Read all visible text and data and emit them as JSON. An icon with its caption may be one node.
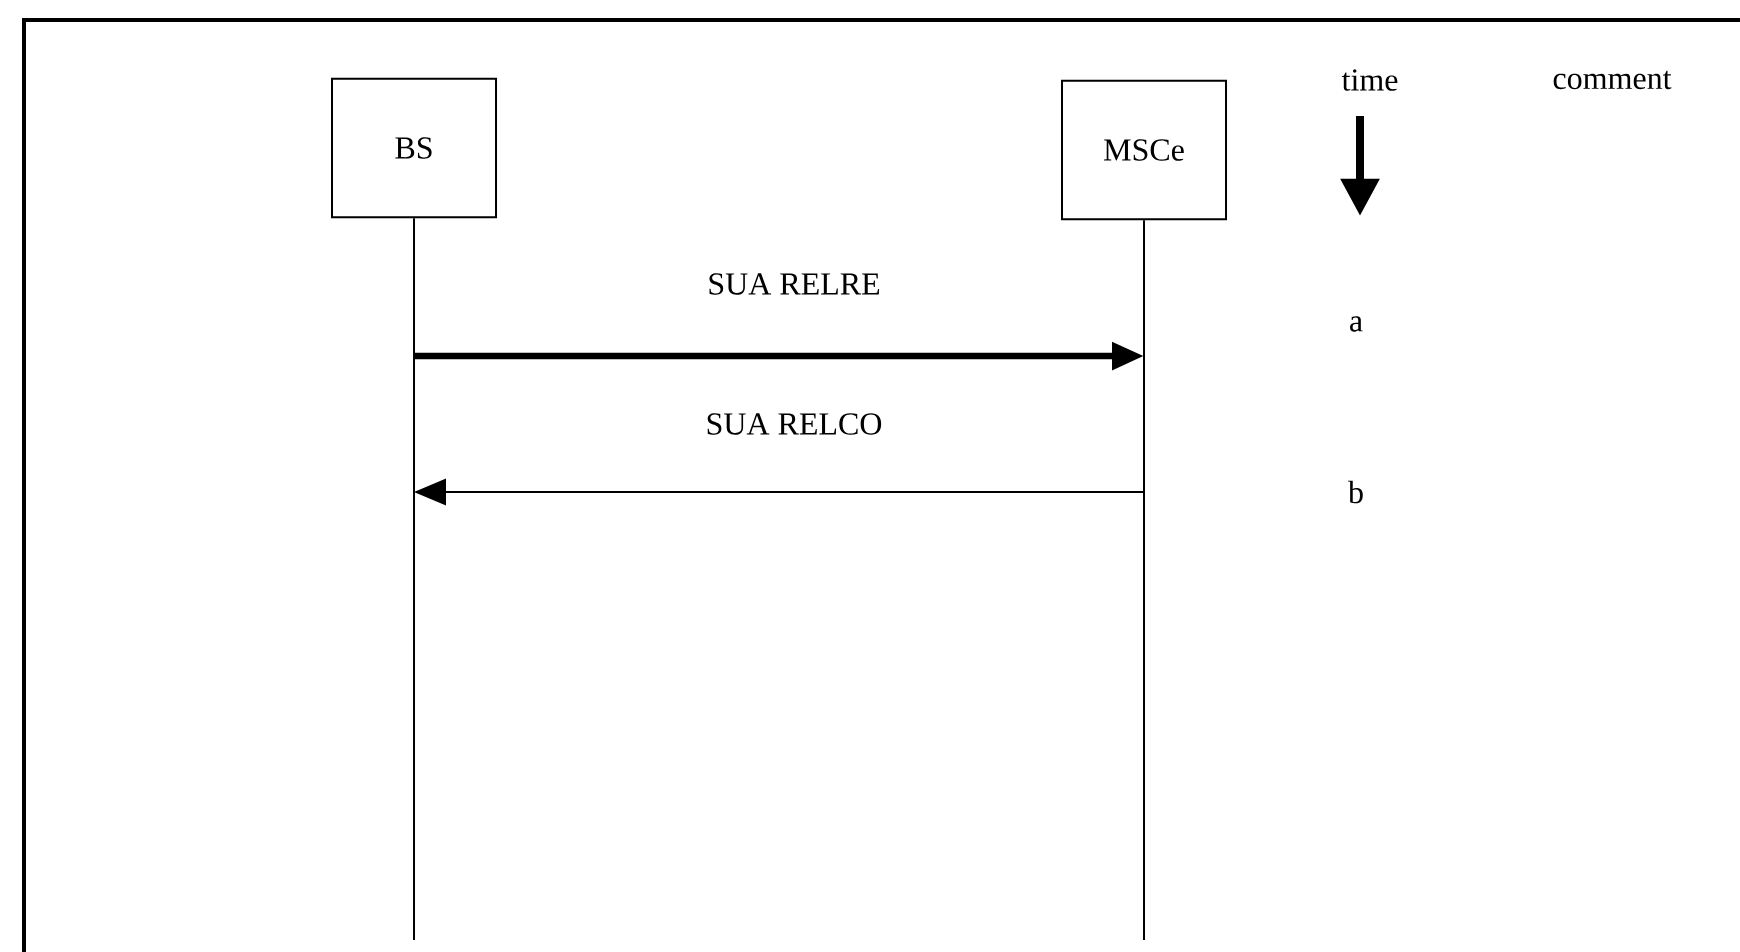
{
  "diagram": {
    "nodes": [
      {
        "text": [
          "BS"
        ]
      },
      {
        "text": [
          "MSCe"
        ]
      }
    ],
    "edges": [
      {
        "from": 0,
        "to": 1,
        "arrow": "to",
        "label": "SUA RELRE",
        "style": "thick"
      },
      {
        "from": 1,
        "to": 0,
        "arrow": "to",
        "label": "SUA RELCO"
      }
    ],
    "labels": [
      "time",
      "comment",
      "a",
      "b"
    ]
  }
}
